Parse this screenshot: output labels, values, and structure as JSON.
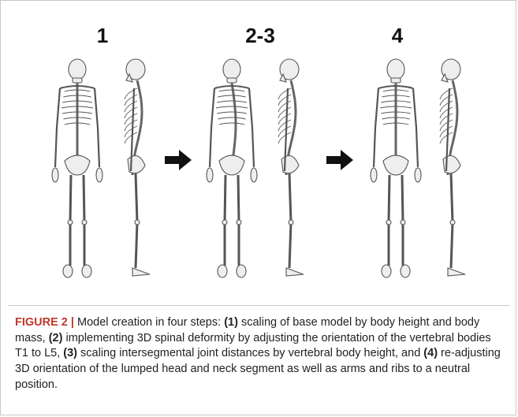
{
  "steps": [
    {
      "label": "1"
    },
    {
      "label": "2-3"
    },
    {
      "label": "4"
    }
  ],
  "caption": {
    "figure_label": "FIGURE 2 |",
    "lead": " Model creation in four steps: ",
    "s1_num": "(1)",
    "s1_text": " scaling of base model by body height and body mass, ",
    "s2_num": "(2)",
    "s2_text": " implementing 3D spinal deformity by adjusting the orientation of the vertebral bodies T1 to L5, ",
    "s3_num": "(3)",
    "s3_text": " scaling intersegmental joint distances by vertebral body height, and ",
    "s4_num": "(4)",
    "s4_text": " re-adjusting 3D orientation of the lumped head and neck segment as well as arms and ribs to a neutral position."
  },
  "colors": {
    "figure_label": "#c0392b",
    "bone_fill": "#eeeeee",
    "bone_stroke": "#555555",
    "arrow": "#111111"
  }
}
